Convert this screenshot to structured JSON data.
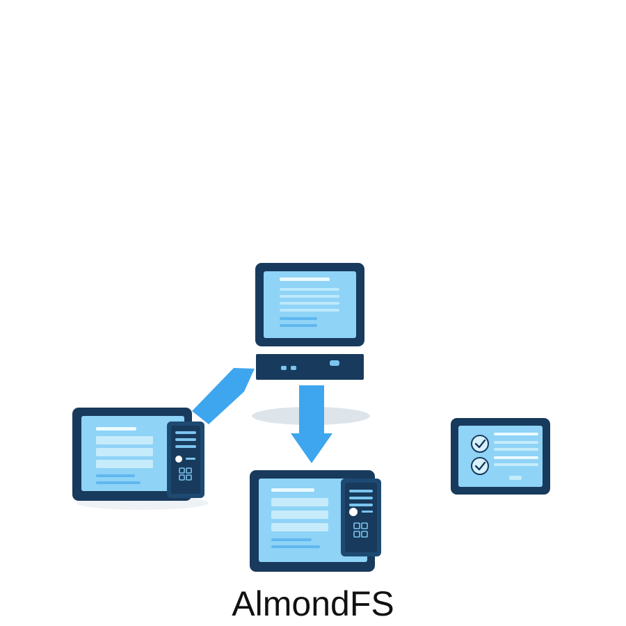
{
  "caption": {
    "text": "AlmondFS"
  },
  "colors": {
    "frame": "#183a5c",
    "screen": "#8fd3f7",
    "screen_light": "#c6ecfb",
    "accent": "#3ea6ee",
    "shadow": "#dfe6ec"
  },
  "nodes": [
    {
      "name": "top-monitor-server",
      "icon": "desktop-monitor-icon"
    },
    {
      "name": "left-workstation",
      "icon": "workstation-icon"
    },
    {
      "name": "bottom-workstation",
      "icon": "workstation-icon"
    },
    {
      "name": "right-tablet",
      "icon": "checklist-tablet-icon"
    }
  ]
}
